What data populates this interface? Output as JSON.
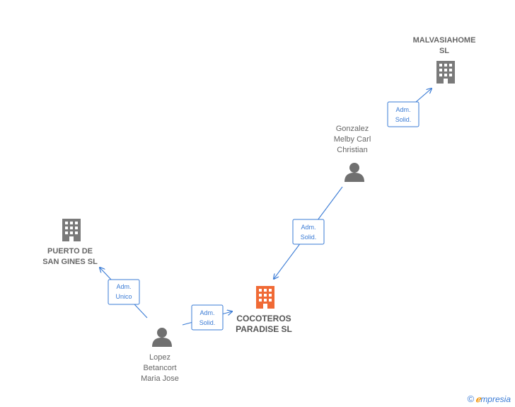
{
  "colors": {
    "edge": "#3a7bd5",
    "company": "#7a7a7a",
    "main_company": "#f06a35",
    "person": "#707070"
  },
  "nodes": {
    "malvasiahome": {
      "line1": "MALVASIAHOME",
      "line2": "SL",
      "icon": "building-icon"
    },
    "gonzalez": {
      "line1": "Gonzalez",
      "line2": "Melby Carl",
      "line3": "Christian",
      "icon": "person-icon"
    },
    "puerto": {
      "line1": "PUERTO DE",
      "line2": "SAN GINES  SL",
      "icon": "building-icon"
    },
    "cocoteros": {
      "line1": "COCOTEROS",
      "line2": "PARADISE  SL",
      "icon": "building-icon"
    },
    "lopez": {
      "line1": "Lopez",
      "line2": "Betancort",
      "line3": "Maria Jose",
      "icon": "person-icon"
    }
  },
  "edges": {
    "gonzalez_malvasiahome": {
      "line1": "Adm.",
      "line2": "Solid."
    },
    "gonzalez_cocoteros": {
      "line1": "Adm.",
      "line2": "Solid."
    },
    "lopez_puerto": {
      "line1": "Adm.",
      "line2": "Unico"
    },
    "lopez_cocoteros": {
      "line1": "Adm.",
      "line2": "Solid."
    }
  },
  "brand": {
    "copyright": "©",
    "e": "ℯ",
    "rest": "mpresia"
  }
}
